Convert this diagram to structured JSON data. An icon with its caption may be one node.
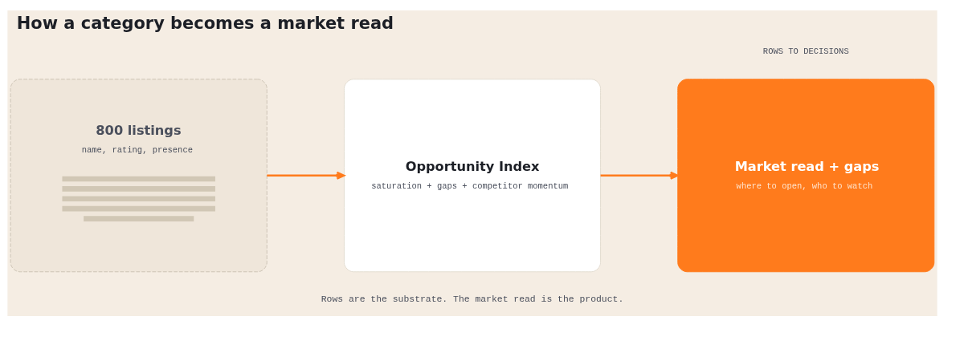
{
  "diagram": {
    "title": "How a category becomes a market read",
    "caption": "Rows are the substrate. The market read is the product.",
    "nodes": [
      {
        "text": [
          "800 listings",
          "name, rating, presence"
        ]
      },
      {
        "text": [
          "Opportunity Index",
          "saturation + gaps + competitor momentum"
        ]
      },
      {
        "text": [
          "Market read + gaps",
          "where to open, who to watch"
        ]
      }
    ],
    "edges": [
      {
        "from": 0,
        "to": 1,
        "arrow": "to"
      },
      {
        "from": 1,
        "to": 2,
        "arrow": "to"
      }
    ],
    "labels": [
      "ROWS TO DECISIONS"
    ]
  }
}
